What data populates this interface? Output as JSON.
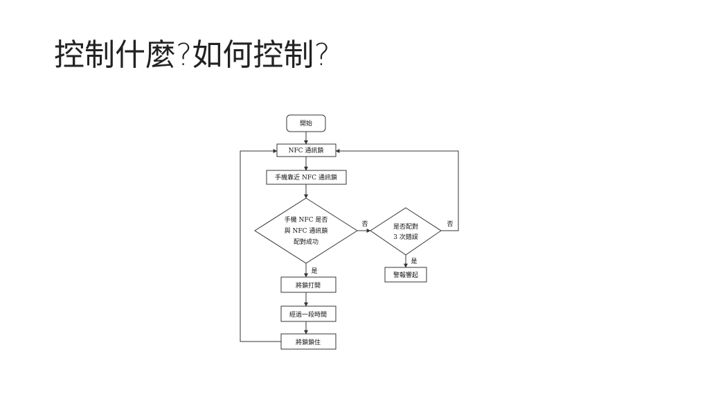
{
  "slide": {
    "title": "控制什麼?如何控制?"
  },
  "flowchart": {
    "start": "開始",
    "nfc_lock": "NFC 通訊鎖",
    "phone_near": "手機靠近 NFC 通訊鎖",
    "decision_pair": [
      "手機 NFC 是否",
      "與 NFC 通訊鎖",
      "配對成功"
    ],
    "decision_errors": [
      "是否配對",
      "3 次錯誤"
    ],
    "alarm": "警報響起",
    "unlock": "將鎖打開",
    "wait": "經過一段時間",
    "lock": "將鎖鎖住",
    "label_yes_pair": "是",
    "label_no_pair": "否",
    "label_yes_errors": "是",
    "label_no_errors": "否"
  },
  "colors": {
    "line": "#333333",
    "text": "#111111",
    "title": "#222222"
  }
}
